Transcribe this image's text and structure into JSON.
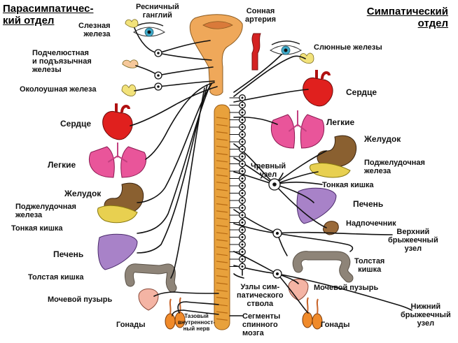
{
  "headers": {
    "parasympathetic": "Парасимпатичес-\nкий отдел",
    "sympathetic": "Симпатический\nотдел"
  },
  "labels": {
    "tear_gland": "Слезная\nжелеза",
    "ciliary_ganglion": "Ресничный\nганглий",
    "carotid_artery": "Сонная\nартерия",
    "salivary_glands": "Слюнные железы",
    "submandibular_glands": "Подчелюстная\nи подъязычная\nжелезы",
    "parotid_gland": "Околоушная железа",
    "heart_left": "Сердце",
    "heart_right": "Сердце",
    "lungs_left": "Легкие",
    "lungs_right": "Легкие",
    "stomach_left": "Желудок",
    "stomach_right": "Желудок",
    "pancreas_left": "Поджелудочная\nжелеза",
    "pancreas_right": "Поджелудочная\nжелеза",
    "celiac_node": "Чревный\nузел",
    "small_intestine_left": "Тонкая кишка",
    "small_intestine_right": "Тонкая кишка",
    "liver_left": "Печень",
    "liver_right": "Печень",
    "adrenal": "Надпочечник",
    "superior_mesenteric": "Верхний\nбрыжеечный\nузел",
    "large_intestine_left": "Толстая кишка",
    "large_intestine_right": "Толстая\nкишка",
    "bladder_left": "Мочевой пузырь",
    "bladder_right": "Мочевой пузырь",
    "sympathetic_trunk_nodes": "Узлы сим-\nпатического\nствола",
    "pelvic_nerve": "Тазовый\nвнутренност-\nный нерв",
    "spinal_segments": "Сегменты\nспинного\nмозга",
    "gonads_left": "Гонады",
    "gonads_right": "Гонады",
    "inferior_mesenteric": "Нижний\nбрыжеечный\nузел"
  },
  "colors": {
    "spinal_cord": "#E8A13C",
    "spinal_stripe": "#B86A12",
    "brain": "#EFA85A",
    "heart": "#E0201E",
    "lungs": "#E9559A",
    "stomach": "#8A6030",
    "pancreas": "#E8D050",
    "liver": "#A882C8",
    "intestine": "#8E8478",
    "bladder": "#F4B4A4",
    "gonads": "#F08A2A",
    "salivary": "#F2E27A",
    "eye_iris": "#3FA9C8",
    "artery": "#D42222",
    "nerve": "#111111"
  }
}
